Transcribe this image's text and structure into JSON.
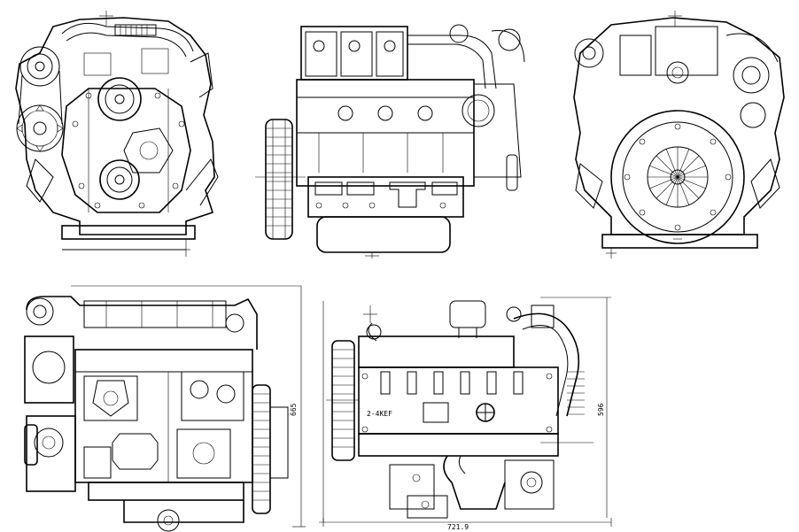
{
  "drawing": {
    "line_color": "#000000",
    "background": "#ffffff",
    "views": [
      {
        "name": "front-view"
      },
      {
        "name": "side-view-left"
      },
      {
        "name": "rear-view"
      },
      {
        "name": "side-view-right"
      },
      {
        "name": "top-view"
      }
    ],
    "dimensions": {
      "top_view_width": "721.9",
      "top_view_height": "596",
      "side_view_height": "665"
    },
    "label_text": "2-4KEF"
  }
}
